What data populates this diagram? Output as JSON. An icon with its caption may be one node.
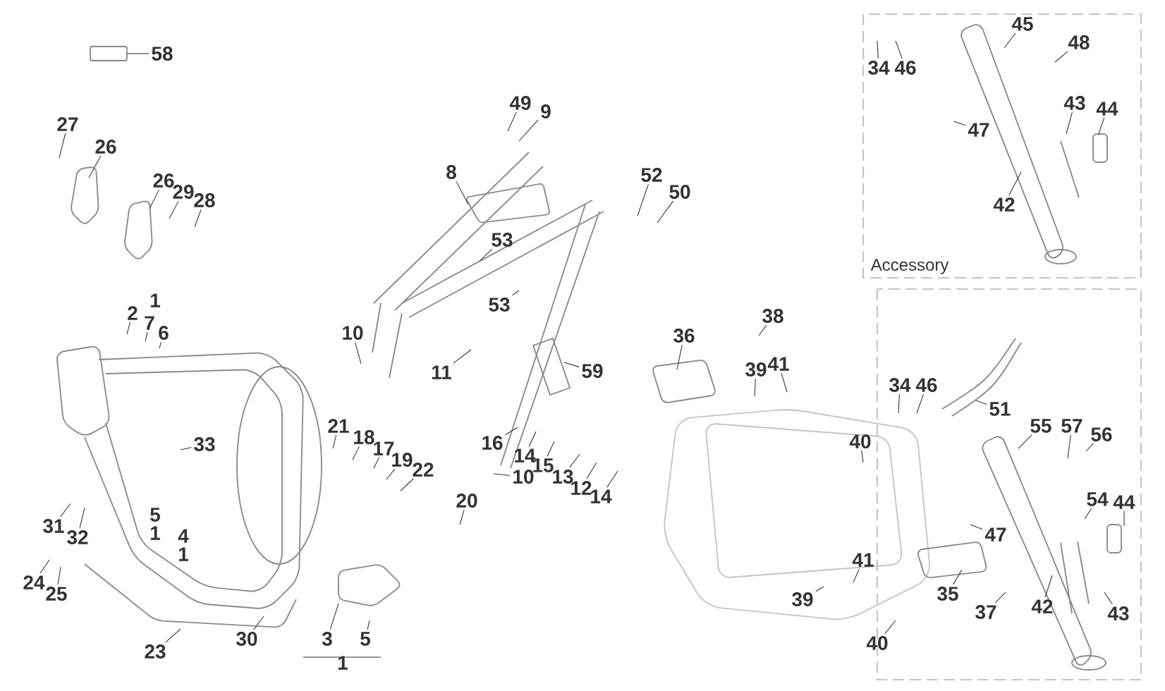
{
  "diagram": {
    "nodes": [
      {
        "text": [
          "58"
        ]
      },
      {
        "text": [],
        "shape": "box"
      },
      {
        "text": [
          "27"
        ]
      },
      {
        "text": [
          "26"
        ]
      },
      {
        "text": [
          "26"
        ]
      },
      {
        "text": [
          "29"
        ]
      },
      {
        "text": [
          "28"
        ]
      },
      {
        "text": [
          "2"
        ]
      },
      {
        "text": [
          "7"
        ]
      },
      {
        "text": [
          "6"
        ]
      },
      {
        "text": [
          "10"
        ]
      },
      {
        "text": [
          "33"
        ]
      },
      {
        "text": [
          "31"
        ]
      },
      {
        "text": [
          "32"
        ]
      },
      {
        "text": [
          "24"
        ]
      },
      {
        "text": [
          "25"
        ]
      },
      {
        "text": [
          "23"
        ]
      },
      {
        "text": [
          "30"
        ]
      },
      {
        "text": [
          "3"
        ]
      },
      {
        "text": [
          "5"
        ]
      },
      {
        "text": [
          "21"
        ]
      },
      {
        "text": [
          "18"
        ]
      },
      {
        "text": [
          "17"
        ]
      },
      {
        "text": [
          "19"
        ]
      },
      {
        "text": [
          "22"
        ]
      },
      {
        "text": [
          "20"
        ]
      },
      {
        "text": [
          "49"
        ]
      },
      {
        "text": [
          "9"
        ]
      },
      {
        "text": [
          "8"
        ]
      },
      {
        "text": [
          "53"
        ]
      },
      {
        "text": [
          "53"
        ]
      },
      {
        "text": [
          "52"
        ]
      },
      {
        "text": [
          "50"
        ]
      },
      {
        "text": [
          "11"
        ]
      },
      {
        "text": [
          "59"
        ]
      },
      {
        "text": [
          "16"
        ]
      },
      {
        "text": [
          "14"
        ]
      },
      {
        "text": [
          "15"
        ]
      },
      {
        "text": [
          "13"
        ]
      },
      {
        "text": [
          "12"
        ]
      },
      {
        "text": [
          "14"
        ]
      },
      {
        "text": [
          "10"
        ]
      },
      {
        "text": [
          "36"
        ]
      },
      {
        "text": [
          "38"
        ]
      },
      {
        "text": [
          "39"
        ]
      },
      {
        "text": [
          "41"
        ]
      },
      {
        "text": [
          "34"
        ]
      },
      {
        "text": [
          "46"
        ]
      },
      {
        "text": [
          "40"
        ]
      },
      {
        "text": [
          "51"
        ]
      },
      {
        "text": [
          "55"
        ]
      },
      {
        "text": [
          "57"
        ]
      },
      {
        "text": [
          "56"
        ]
      },
      {
        "text": [
          "54"
        ]
      },
      {
        "text": [
          "44"
        ]
      },
      {
        "text": [
          "47"
        ]
      },
      {
        "text": [
          "41"
        ]
      },
      {
        "text": [
          "39"
        ]
      },
      {
        "text": [
          "35"
        ]
      },
      {
        "text": [
          "37"
        ]
      },
      {
        "text": [
          "42"
        ]
      },
      {
        "text": [
          "43"
        ]
      },
      {
        "text": [
          "40"
        ]
      },
      {
        "text": [
          "34"
        ]
      },
      {
        "text": [
          "46"
        ]
      },
      {
        "text": [
          "45"
        ]
      },
      {
        "text": [
          "48"
        ]
      },
      {
        "text": [
          "43"
        ]
      },
      {
        "text": [
          "44"
        ]
      },
      {
        "text": [
          "47"
        ]
      },
      {
        "text": [
          "42"
        ]
      }
    ],
    "edges": [
      {
        "from": 0,
        "to": 1,
        "arrow": "none"
      },
      {
        "from": 2,
        "to": null,
        "arrow": "none"
      },
      {
        "from": 3,
        "to": null,
        "arrow": "none"
      },
      {
        "from": 4,
        "to": null,
        "arrow": "none"
      },
      {
        "from": 5,
        "to": null,
        "arrow": "none"
      },
      {
        "from": 6,
        "to": null,
        "arrow": "none"
      },
      {
        "from": 7,
        "to": null,
        "arrow": "none"
      },
      {
        "from": 8,
        "to": null,
        "arrow": "none"
      },
      {
        "from": 9,
        "to": null,
        "arrow": "none"
      },
      {
        "from": 10,
        "to": null,
        "arrow": "none"
      },
      {
        "from": 11,
        "to": null,
        "arrow": "none"
      },
      {
        "from": 12,
        "to": null,
        "arrow": "none"
      },
      {
        "from": 13,
        "to": null,
        "arrow": "none"
      },
      {
        "from": 14,
        "to": null,
        "arrow": "none"
      },
      {
        "from": 15,
        "to": null,
        "arrow": "none"
      },
      {
        "from": 16,
        "to": null,
        "arrow": "none"
      },
      {
        "from": 17,
        "to": null,
        "arrow": "none"
      },
      {
        "from": 18,
        "to": null,
        "arrow": "none"
      },
      {
        "from": 19,
        "to": null,
        "arrow": "none"
      },
      {
        "from": 20,
        "to": null,
        "arrow": "none"
      },
      {
        "from": 21,
        "to": null,
        "arrow": "none"
      },
      {
        "from": 22,
        "to": null,
        "arrow": "none"
      },
      {
        "from": 23,
        "to": null,
        "arrow": "none"
      },
      {
        "from": 24,
        "to": null,
        "arrow": "none"
      },
      {
        "from": 25,
        "to": null,
        "arrow": "none"
      },
      {
        "from": 26,
        "to": null,
        "arrow": "none"
      },
      {
        "from": 27,
        "to": null,
        "arrow": "none"
      },
      {
        "from": 28,
        "to": null,
        "arrow": "none"
      },
      {
        "from": 29,
        "to": null,
        "arrow": "none"
      },
      {
        "from": 30,
        "to": null,
        "arrow": "none"
      },
      {
        "from": 31,
        "to": null,
        "arrow": "none"
      },
      {
        "from": 32,
        "to": null,
        "arrow": "none"
      },
      {
        "from": 33,
        "to": null,
        "arrow": "none"
      },
      {
        "from": 34,
        "to": null,
        "arrow": "none"
      },
      {
        "from": 35,
        "to": null,
        "arrow": "none"
      },
      {
        "from": 36,
        "to": null,
        "arrow": "none"
      },
      {
        "from": 37,
        "to": null,
        "arrow": "none"
      },
      {
        "from": 38,
        "to": null,
        "arrow": "none"
      },
      {
        "from": 39,
        "to": null,
        "arrow": "none"
      },
      {
        "from": 40,
        "to": null,
        "arrow": "none"
      },
      {
        "from": 41,
        "to": null,
        "arrow": "none"
      },
      {
        "from": 42,
        "to": null,
        "arrow": "none"
      },
      {
        "from": 43,
        "to": null,
        "arrow": "none"
      },
      {
        "from": 44,
        "to": null,
        "arrow": "none"
      },
      {
        "from": 45,
        "to": null,
        "arrow": "none"
      },
      {
        "from": 46,
        "to": null,
        "arrow": "none"
      },
      {
        "from": 47,
        "to": null,
        "arrow": "none"
      },
      {
        "from": 48,
        "to": null,
        "arrow": "none"
      },
      {
        "from": 49,
        "to": null,
        "arrow": "none"
      },
      {
        "from": 50,
        "to": null,
        "arrow": "none"
      },
      {
        "from": 51,
        "to": null,
        "arrow": "none"
      },
      {
        "from": 52,
        "to": null,
        "arrow": "none"
      },
      {
        "from": 53,
        "to": null,
        "arrow": "none"
      },
      {
        "from": 54,
        "to": null,
        "arrow": "none"
      },
      {
        "from": 55,
        "to": null,
        "arrow": "none"
      },
      {
        "from": 56,
        "to": null,
        "arrow": "none"
      },
      {
        "from": 57,
        "to": null,
        "arrow": "none"
      },
      {
        "from": 58,
        "to": null,
        "arrow": "none"
      },
      {
        "from": 59,
        "to": null,
        "arrow": "none"
      },
      {
        "from": 60,
        "to": null,
        "arrow": "none"
      },
      {
        "from": 61,
        "to": null,
        "arrow": "none"
      },
      {
        "from": 62,
        "to": null,
        "arrow": "none"
      },
      {
        "from": 63,
        "to": null,
        "arrow": "none"
      },
      {
        "from": 64,
        "to": null,
        "arrow": "none"
      },
      {
        "from": 65,
        "to": null,
        "arrow": "none"
      },
      {
        "from": 66,
        "to": null,
        "arrow": "none"
      },
      {
        "from": 67,
        "to": null,
        "arrow": "none"
      },
      {
        "from": 68,
        "to": null,
        "arrow": "none"
      },
      {
        "from": 69,
        "to": null,
        "arrow": "none"
      },
      {
        "from": 70,
        "to": null,
        "arrow": "none"
      }
    ],
    "labels": [
      "1",
      "5",
      "1",
      "4",
      "1",
      "1",
      "Accessory"
    ]
  }
}
